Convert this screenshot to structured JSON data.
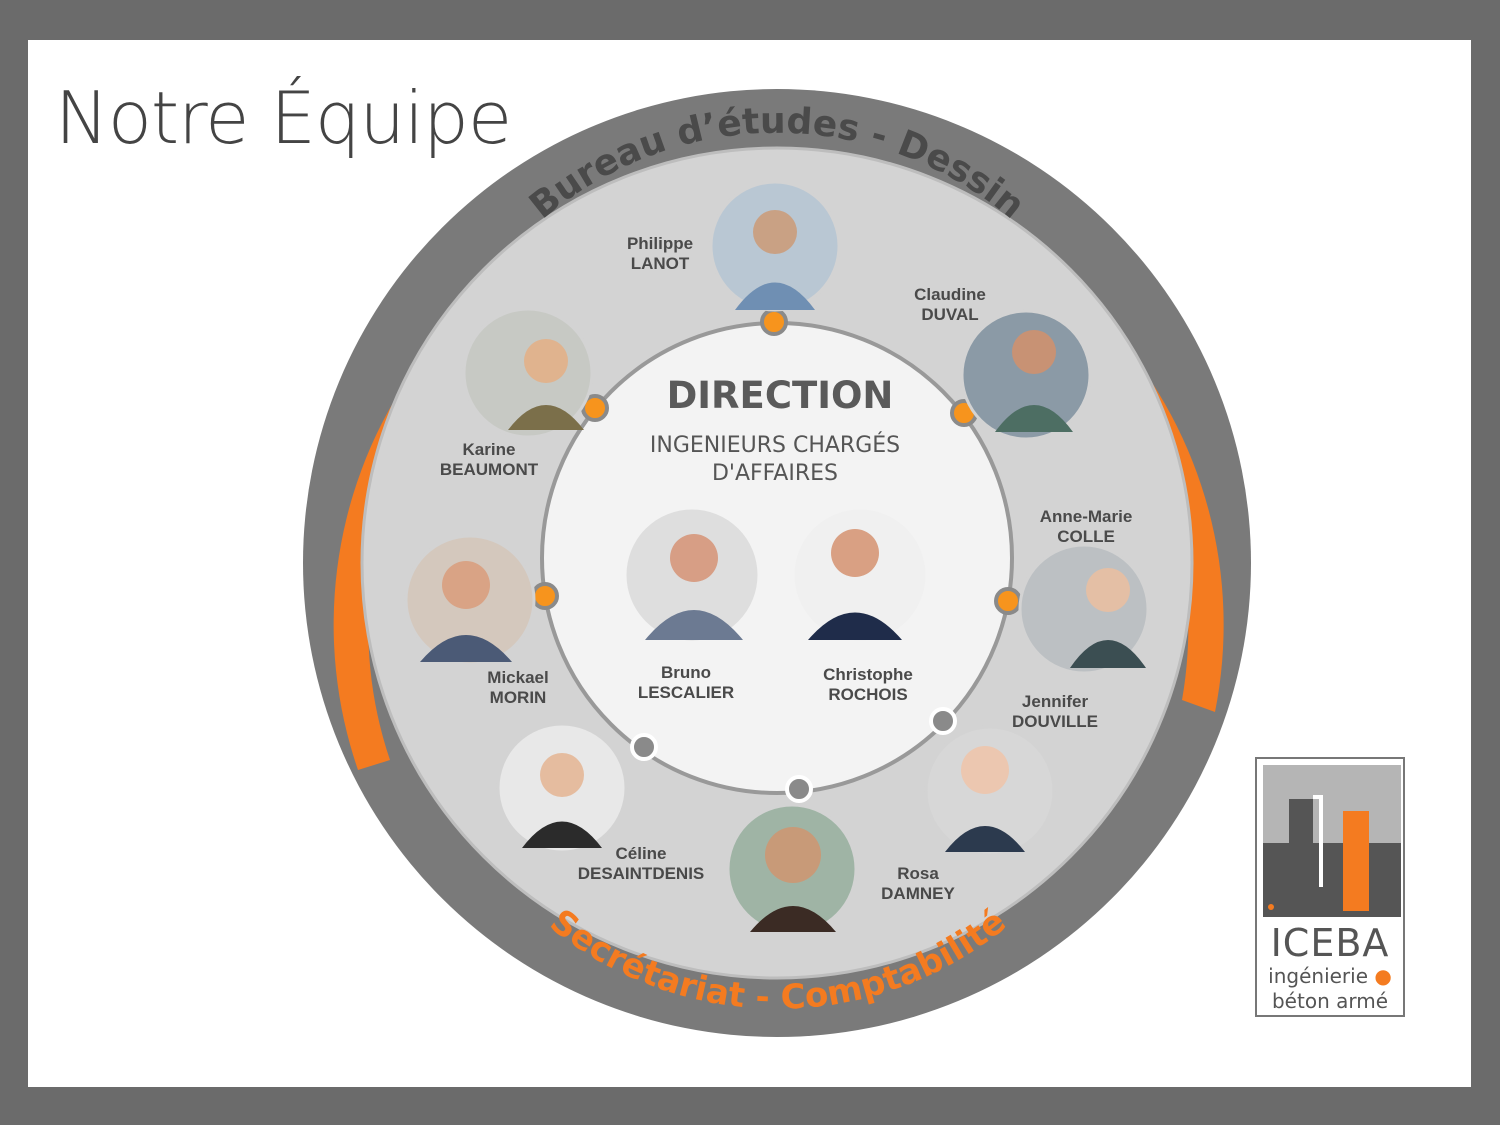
{
  "page": {
    "title": "Notre Équipe"
  },
  "ring": {
    "outer_top_label": "Bureau d’études - Dessin",
    "outer_bottom_label": "Secrétariat - Comptabilité",
    "accent_color": "#f47b20",
    "gray_color": "#7a7a7a"
  },
  "center": {
    "title": "DIRECTION",
    "subtitle_line1": "INGENIEURS CHARGÉS",
    "subtitle_line2": "D'AFFAIRES"
  },
  "direction": [
    {
      "first": "Bruno",
      "last": "LESCALIER"
    },
    {
      "first": "Christophe",
      "last": "ROCHOIS"
    }
  ],
  "team": [
    {
      "first": "Philippe",
      "last": "LANOT"
    },
    {
      "first": "Claudine",
      "last": "DUVAL"
    },
    {
      "first": "Anne-Marie",
      "last": "COLLE"
    },
    {
      "first": "Jennifer",
      "last": "DOUVILLE"
    },
    {
      "first": "Rosa",
      "last": "DAMNEY"
    },
    {
      "first": "Céline",
      "last": "DESAINTDENIS"
    },
    {
      "first": "Mickael",
      "last": "MORIN"
    },
    {
      "first": "Karine",
      "last": "BEAUMONT"
    }
  ],
  "logo": {
    "brand": "ICEBA",
    "line1": "ingénierie",
    "line2": "béton armé"
  }
}
